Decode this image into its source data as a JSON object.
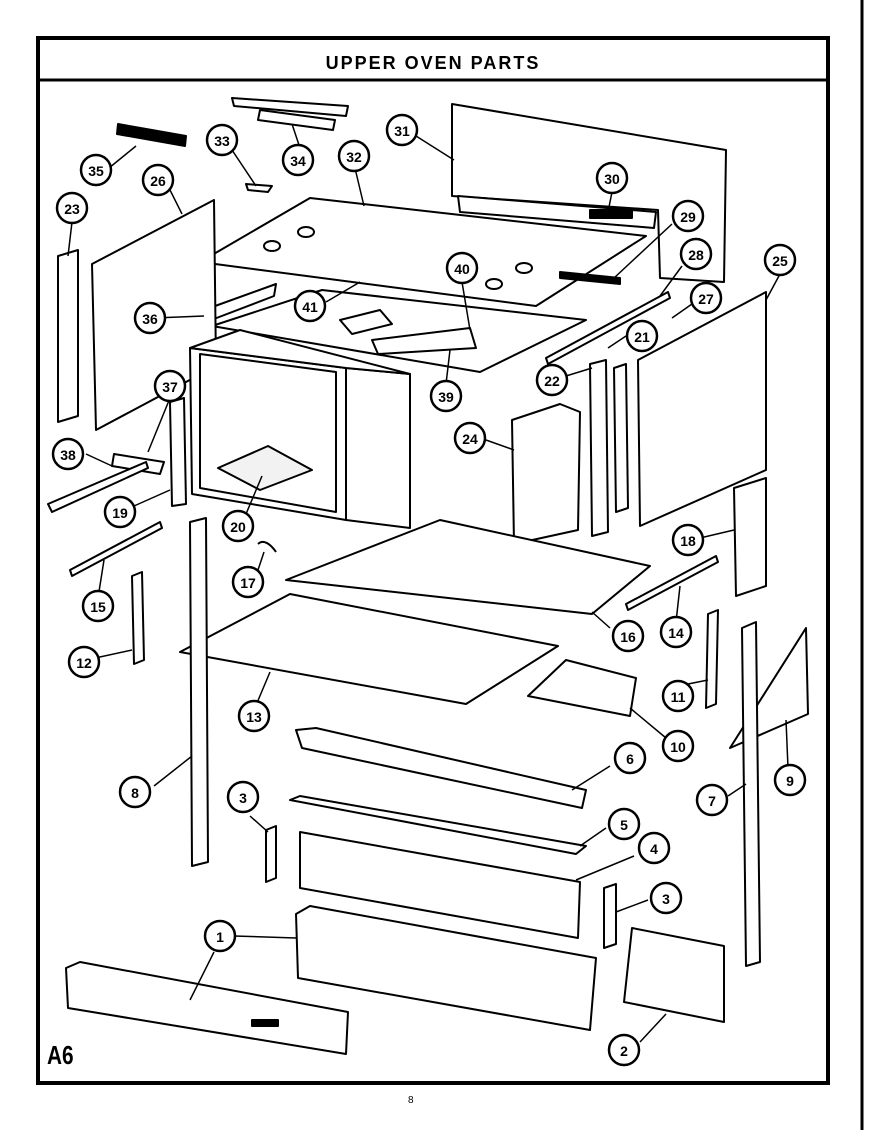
{
  "title": "UPPER OVEN PARTS",
  "diagram_code": "A6",
  "page_number": "8",
  "callouts": [
    "1",
    "2",
    "3",
    "3",
    "4",
    "5",
    "6",
    "7",
    "8",
    "9",
    "10",
    "11",
    "12",
    "13",
    "14",
    "15",
    "16",
    "17",
    "18",
    "19",
    "20",
    "21",
    "22",
    "23",
    "24",
    "25",
    "26",
    "27",
    "28",
    "29",
    "30",
    "31",
    "32",
    "33",
    "34",
    "35",
    "36",
    "37",
    "38",
    "39",
    "40",
    "41"
  ]
}
